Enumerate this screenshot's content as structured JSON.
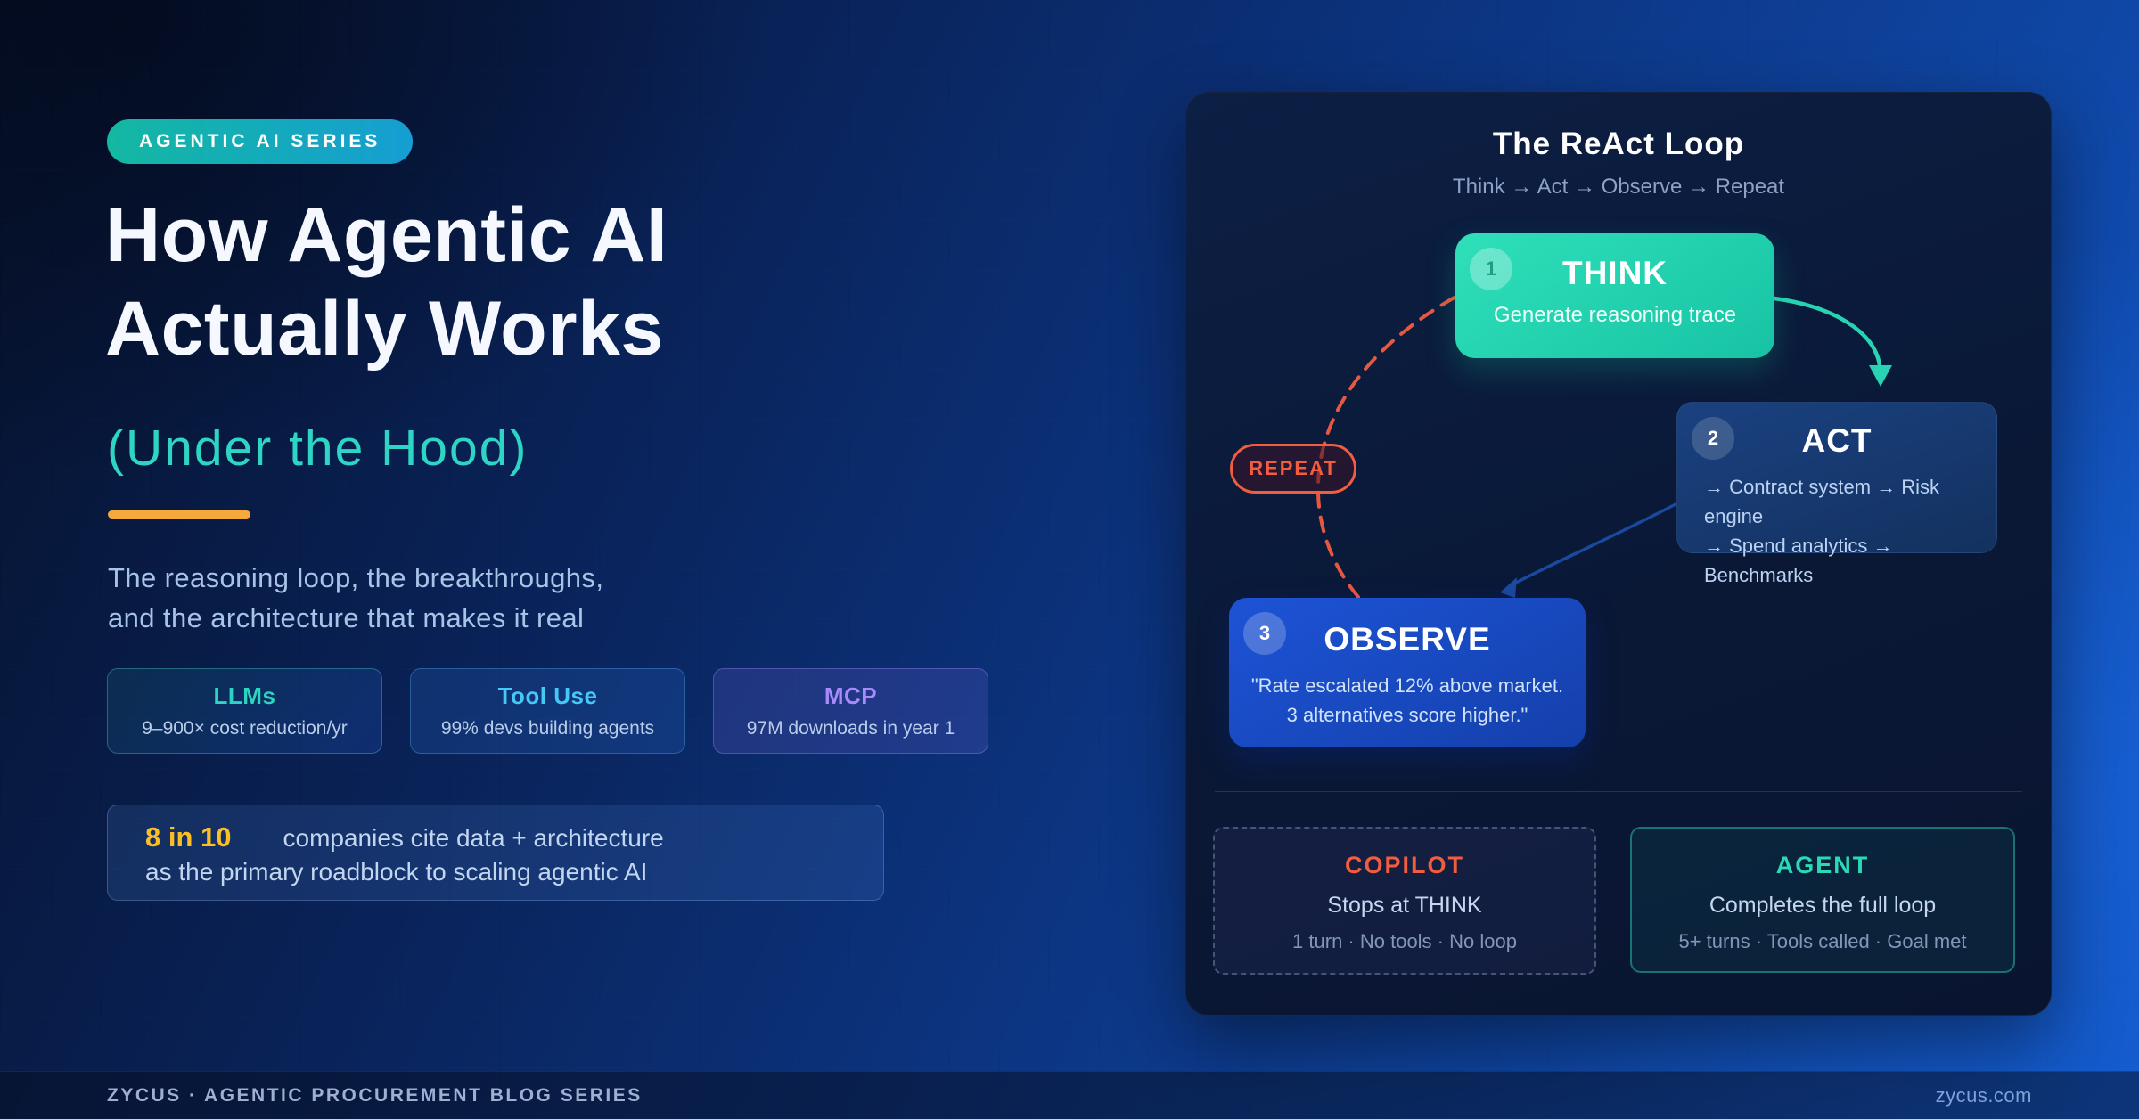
{
  "page": {
    "series_badge": "AGENTIC AI SERIES",
    "title_line1": "How Agentic AI",
    "title_line2": "Actually Works",
    "subtitle": "(Under the Hood)",
    "lede_line1": "The reasoning loop, the breakthroughs,",
    "lede_line2": "and the architecture that makes it real"
  },
  "chips": [
    {
      "label": "LLMs",
      "detail": "9–900× cost reduction/yr",
      "accent": "#2dd4bf"
    },
    {
      "label": "Tool Use",
      "detail": "99% devs building agents",
      "accent": "#45c8f5"
    },
    {
      "label": "MCP",
      "detail": "97M downloads in year 1",
      "accent": "#a78bfa"
    }
  ],
  "stat": {
    "figure": "8 in 10",
    "line1_rest": "companies cite data + architecture",
    "line2": "as the primary roadblock to scaling agentic AI"
  },
  "diagram": {
    "title": "The ReAct Loop",
    "subtitle": "Think → Act → Observe → Repeat",
    "think": {
      "step": "1",
      "label": "THINK",
      "detail": "Generate reasoning trace"
    },
    "act": {
      "step": "2",
      "label": "ACT",
      "detail_line1": "→ Contract system → Risk engine",
      "detail_line2": "→ Spend analytics → Benchmarks"
    },
    "observe": {
      "step": "3",
      "label": "OBSERVE",
      "detail_line1": "\"Rate escalated 12% above market.",
      "detail_line2": "3 alternatives score higher.\""
    },
    "repeat_label": "REPEAT",
    "copilot": {
      "label": "COPILOT",
      "line1": "Stops at THINK",
      "line2": "1 turn · No tools · No loop"
    },
    "agent": {
      "label": "AGENT",
      "line1": "Completes the full loop",
      "line2": "5+ turns · Tools called · Goal met"
    }
  },
  "footer": {
    "left": "ZYCUS · AGENTIC PROCUREMENT BLOG SERIES",
    "right": "zycus.com"
  },
  "colors": {
    "background_deep": "#06122c",
    "background_bright": "#1257c8",
    "badge_gradient_start": "#14b8a2",
    "badge_gradient_end": "#159ed2",
    "accent_teal": "#2bd9b6",
    "accent_cyan": "#45c8f5",
    "accent_purple": "#a78bfa",
    "accent_amber": "#f5a93c",
    "accent_amber_text": "#fbbf24",
    "accent_red": "#f25c3f",
    "panel_bg": "#0a1836",
    "think_bg": "#1fc9a8",
    "act_bg": "#16396e",
    "observe_bg": "#1848c4"
  }
}
